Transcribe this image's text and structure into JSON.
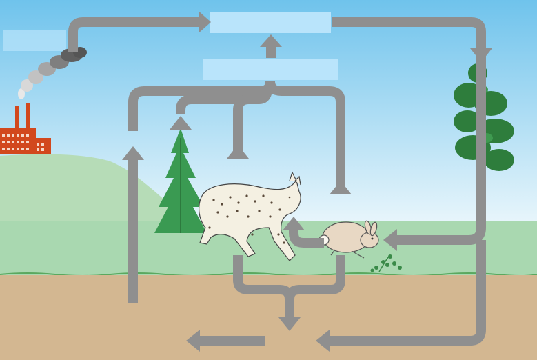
{
  "diagram": {
    "type": "carbon-cycle",
    "labels": {
      "atmosphere": "",
      "animal_respiration": "",
      "plant_respiration": "",
      "photosynthesis": "",
      "combustion": "",
      "decomposition": "",
      "fossil_fuels": "",
      "soil_organisms": ""
    },
    "illustrations": [
      "factory",
      "smoke",
      "fir-tree",
      "bobcat",
      "rabbit",
      "pine-tree",
      "small-plant"
    ]
  },
  "colors": {
    "sky_top": "#6fc3ec",
    "sky_bottom": "#e9f6fb",
    "hill": "#b6dcb7",
    "grass": "#a9d8b0",
    "soil": "#d3b791",
    "arrow": "#8f8f8f",
    "label_box": "#b9e4fb",
    "factory": "#d2481d",
    "fir": "#3a9a52",
    "pine": "#2e7d3c",
    "bobcat": "#f4f0e2",
    "rabbit": "#e8d8c4"
  }
}
